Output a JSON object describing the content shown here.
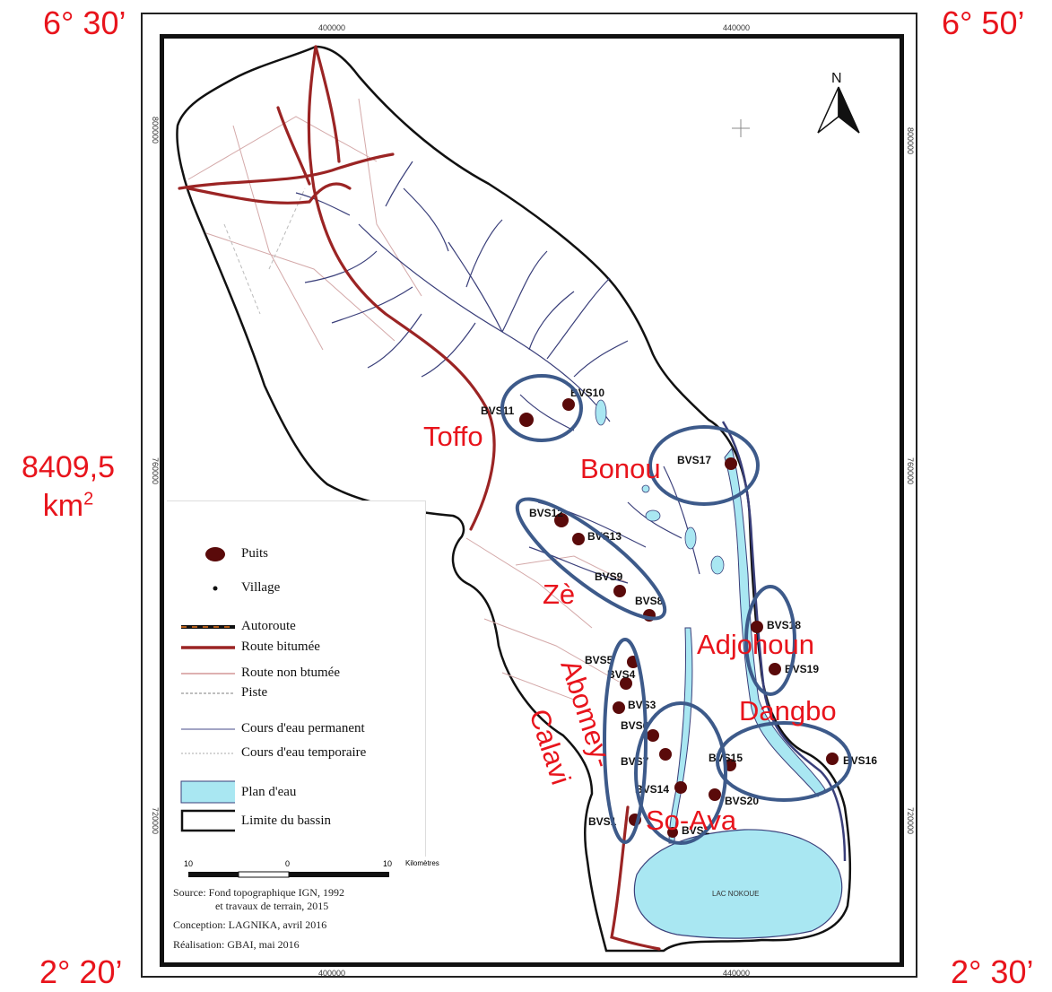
{
  "corners": {
    "top_left": "6° 30’",
    "top_right": "6° 50’",
    "bottom_left": "2° 20’",
    "bottom_right": "2° 30’"
  },
  "area": {
    "value": "8409,5",
    "unit": "km",
    "exponent": "2"
  },
  "grid": {
    "x_top": [
      "400000",
      "440000"
    ],
    "x_bottom": [
      "400000",
      "440000"
    ],
    "y_left": [
      "800000",
      "760000",
      "720000"
    ],
    "y_right": [
      "800000",
      "760000",
      "720000"
    ]
  },
  "north_label": "N",
  "lake_label": "LAC NOKOUE",
  "communes": [
    "Toffo",
    "Bonou",
    "Zè",
    "Adjohoun",
    "Dangbo",
    "Abomey-",
    "Calavi",
    "So-Ava"
  ],
  "wells": [
    "BVS10",
    "BVS11",
    "BVS17",
    "BVS12",
    "BVS13",
    "BVS9",
    "BVS8",
    "BVS18",
    "BVS19",
    "BVS5",
    "BVS4",
    "BVS3",
    "BVS6",
    "BVS7",
    "BVS15",
    "BVS16",
    "BVS14",
    "BVS20",
    "BVS1",
    "BVS2"
  ],
  "legend": {
    "items": [
      "Puits",
      "Village",
      "Autoroute",
      "Route bitumée",
      "Route non btumée",
      "Piste",
      "Cours d'eau permanent",
      "Cours d'eau temporaire",
      "Plan d'eau",
      "Limite du bassin"
    ]
  },
  "scale": {
    "left": "10",
    "mid": "0",
    "right": "10",
    "unit": "Kilomètres"
  },
  "credits": {
    "source_1": "Source: Fond topographique IGN, 1992",
    "source_2": "et travaux de terrain, 2015",
    "conception": "Conception:  LAGNIKA, avril 2016",
    "realisation": "Réalisation: GBAI, mai 2016"
  },
  "colors": {
    "annotation": "#e8141c",
    "ellipse": "#3d5a8a",
    "well": "#5a0a0a",
    "road": "#9b2424",
    "river": "#3a3f7a",
    "water": "#a9e7f2"
  }
}
